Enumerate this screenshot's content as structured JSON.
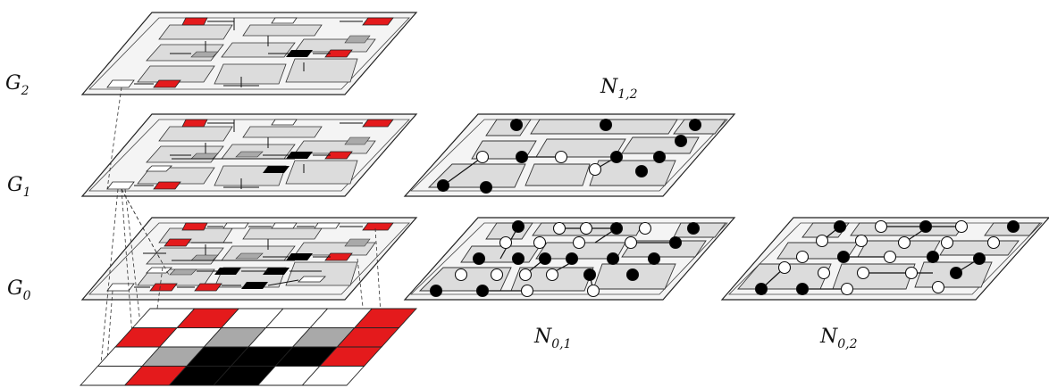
{
  "labels": {
    "g2": {
      "main": "G",
      "sub": "2"
    },
    "g1": {
      "main": "G",
      "sub": "1"
    },
    "g0": {
      "main": "G",
      "sub": "0"
    },
    "n12": {
      "main": "N",
      "sub": "1,2"
    },
    "n01": {
      "main": "N",
      "sub": "0,1"
    },
    "n02": {
      "main": "N",
      "sub": "0,2"
    }
  },
  "colors": {
    "region_fill": "#dcdcdc",
    "highlight": "#e41a1c",
    "mid_gray": "#a9a9a9",
    "dark": "#000000",
    "outline": "#222222",
    "plate": "#f4f4f4"
  },
  "grid": {
    "rows": 4,
    "cols": 6,
    "cell_colors": [
      [
        "white",
        "red",
        "white",
        "white",
        "white",
        "red"
      ],
      [
        "red",
        "white",
        "gray",
        "white",
        "gray",
        "red"
      ],
      [
        "white",
        "gray",
        "black",
        "black",
        "black",
        "red"
      ],
      [
        "white",
        "red",
        "black",
        "black",
        "white",
        "white"
      ]
    ]
  }
}
